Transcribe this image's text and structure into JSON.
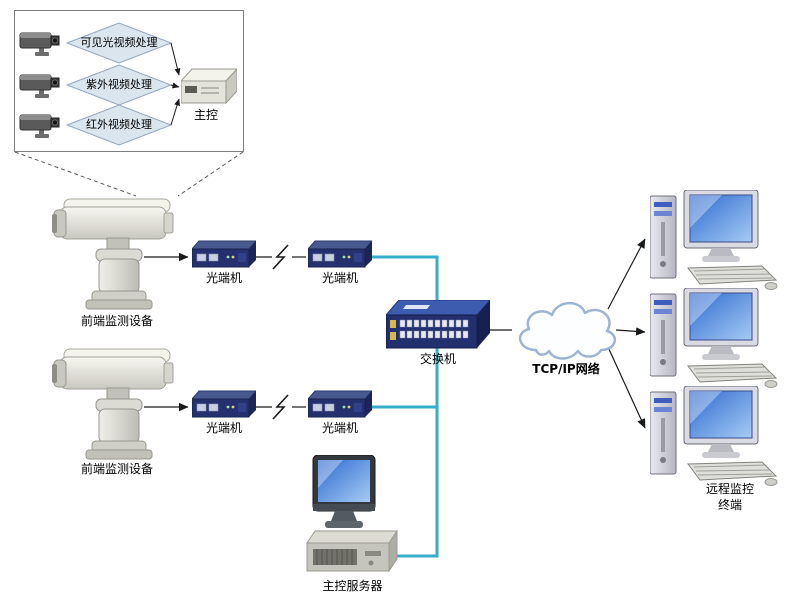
{
  "detail_panel": {
    "processors": [
      "可见光视频处理",
      "紫外视频处理",
      "红外视频处理"
    ],
    "controller": "主控"
  },
  "front_end": {
    "camera1_label": "前端监测设备",
    "camera2_label": "前端监测设备"
  },
  "links": {
    "transceiver1": "光端机",
    "transceiver2": "光端机",
    "transceiver3": "光端机",
    "transceiver4": "光端机"
  },
  "network": {
    "switch_label": "交换机",
    "cloud_label": "TCP/IP网络"
  },
  "server": {
    "label": "主控服务器"
  },
  "terminals": {
    "label_line1": "远程监控",
    "label_line2": "终端"
  },
  "colors": {
    "fiber_link": "#35AECB",
    "device_navy": "#25316E",
    "switch_blue": "#223070",
    "screen_blue": "#2E6AD0",
    "cloud_stroke": "#9DB5D2"
  }
}
